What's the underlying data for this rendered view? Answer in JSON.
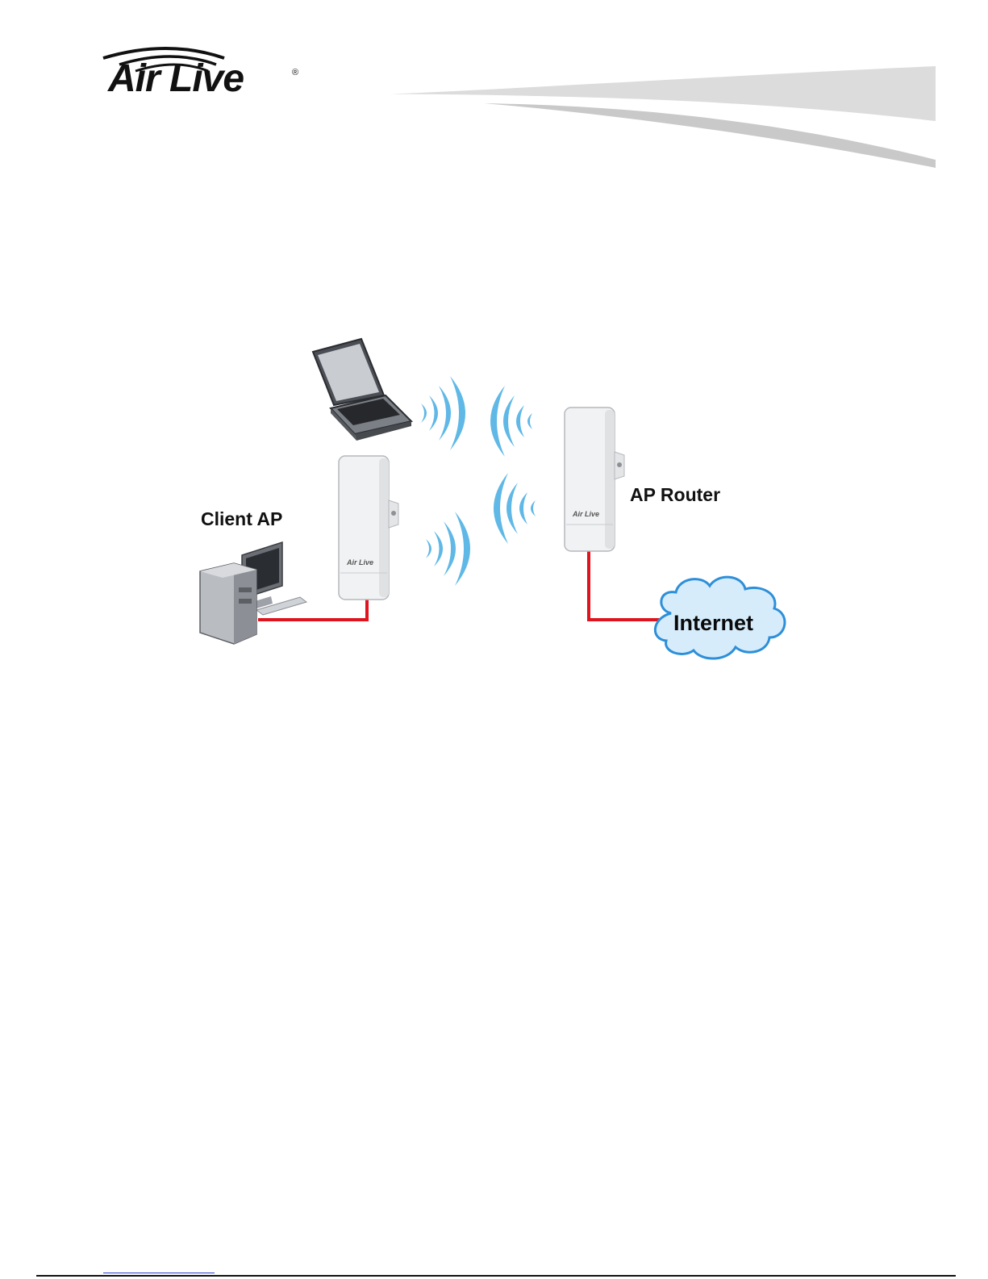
{
  "header": {
    "brand": "Air Live",
    "registered_mark": "®"
  },
  "diagram": {
    "client_label": "Client AP",
    "router_label": "AP Router",
    "internet_label": "Internet",
    "device_brand": "Air Live",
    "colors": {
      "cable": "#e0141e",
      "waves": "#5fb8e6",
      "cloud_fill": "#d6ecfb",
      "cloud_stroke": "#2d8fd9"
    },
    "icons": [
      "laptop-icon",
      "desktop-pc-icon",
      "client-ap-device-icon",
      "ap-router-device-icon",
      "internet-cloud-icon",
      "wireless-waves-icon"
    ]
  }
}
